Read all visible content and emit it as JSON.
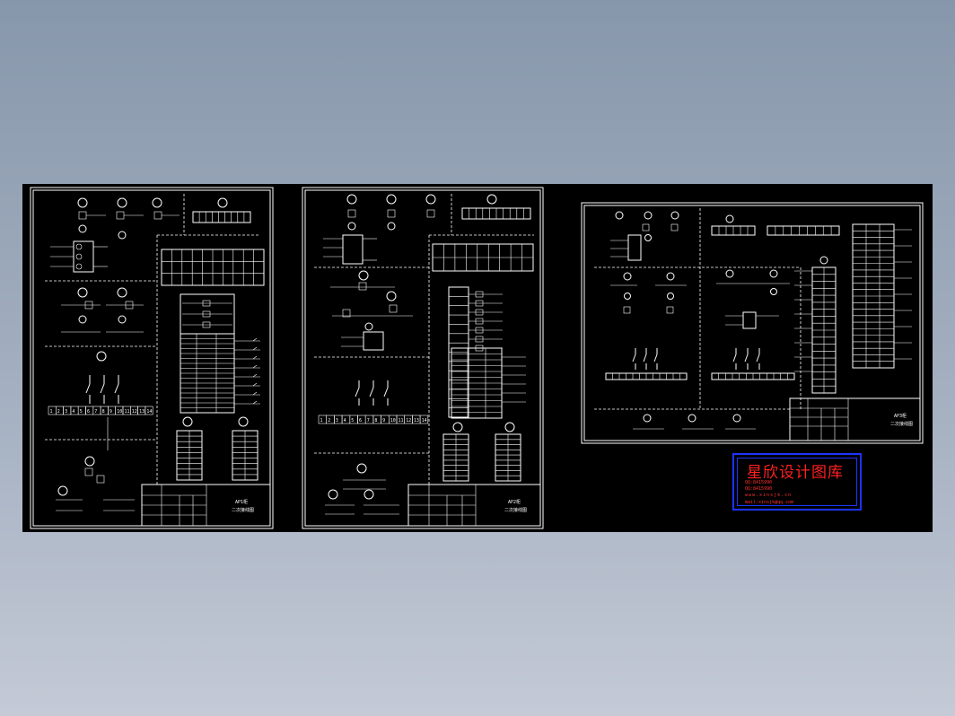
{
  "drawing": {
    "background_color": "#000000",
    "line_color": "#ffffff",
    "sheets": [
      {
        "id": "sheet-1",
        "title_block": {
          "code": "AP1柜",
          "name": "二次接线图"
        }
      },
      {
        "id": "sheet-2",
        "title_block": {
          "code": "AP2柜",
          "name": "二次接线图"
        }
      },
      {
        "id": "sheet-3",
        "title_block": {
          "code": "AP3柜",
          "name": "二次接线图"
        }
      }
    ],
    "terminal_strip_numbers": [
      "1",
      "2",
      "3",
      "4",
      "5",
      "6",
      "7",
      "8",
      "9",
      "10",
      "11",
      "12",
      "13",
      "14"
    ]
  },
  "watermark": {
    "title": "星欣设计图库",
    "line1": "QQ:8415990",
    "line2": "QQ:8415990",
    "line3": "www.xinsjk.cn",
    "line4": "mail:xinsjk@qq.com",
    "border_color": "#1c33ff",
    "text_color": "#ff2020"
  }
}
